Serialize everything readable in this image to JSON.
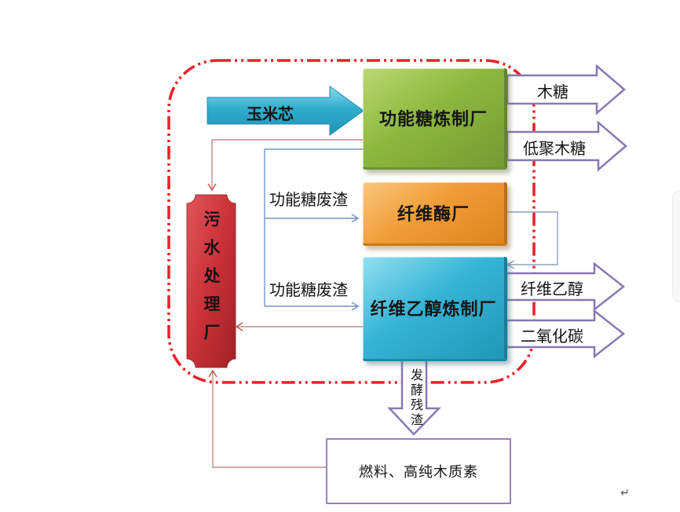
{
  "diagram": {
    "title_hint": "corncob biorefinery flow diagram",
    "boundary": {
      "color": "#e8232a",
      "style": "dash-dot rounded rectangle"
    },
    "nodes": {
      "sugar_plant": {
        "label": "功能糖炼制厂",
        "color": "#8db83e"
      },
      "enzyme_plant": {
        "label": "纤维酶厂",
        "color": "#f09c37"
      },
      "ethanol_plant": {
        "label": "纤维乙醇炼制厂",
        "color": "#35b4d5"
      },
      "sewage_plant": {
        "label": "污水处理厂",
        "color": "#cd3940"
      },
      "fuel_box": {
        "label": "燃料、高纯木质素",
        "border_color": "#9883bd"
      }
    },
    "input": {
      "corncob": {
        "label": "玉米芯",
        "color": "#2fadcd"
      }
    },
    "outputs": {
      "xylose": {
        "label": "木糖"
      },
      "xos": {
        "label": "低聚木糖"
      },
      "ethanol": {
        "label": "纤维乙醇"
      },
      "co2": {
        "label": "二氧化碳"
      },
      "residue": {
        "label": "发酵残渣"
      },
      "arrow_outline_color": "#8878b4"
    },
    "flows": {
      "waste_sugar_1": {
        "label": "功能糖废渣",
        "color": "#7396c8"
      },
      "waste_sugar_2": {
        "label": "功能糖废渣",
        "color": "#7396c8"
      },
      "wastewater_color": "#c78b8b"
    },
    "page": {
      "return_mark": "↵"
    }
  }
}
